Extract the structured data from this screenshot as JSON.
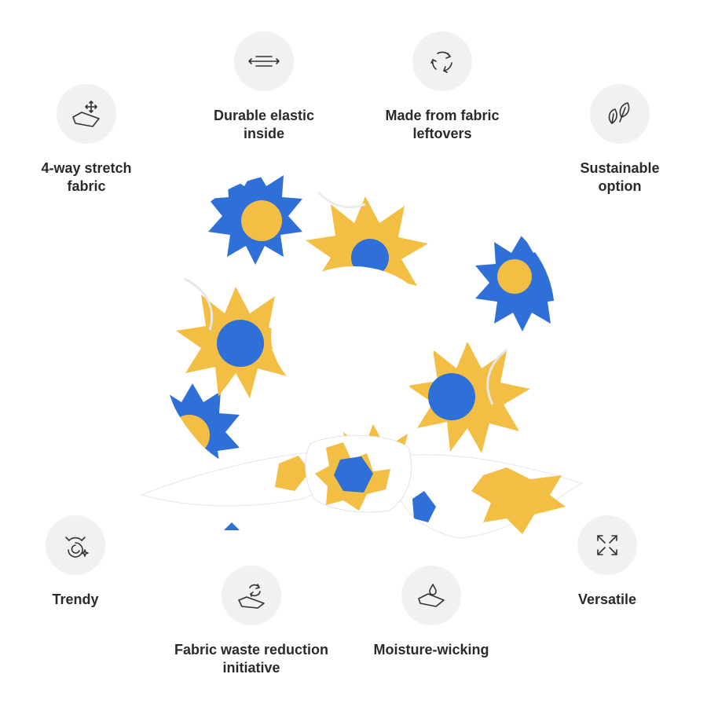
{
  "features": [
    {
      "id": "four-way-stretch",
      "label": "4-way stretch\nfabric",
      "icon": "stretch-fabric-icon"
    },
    {
      "id": "durable-elastic",
      "label": "Durable elastic\ninside",
      "icon": "elastic-icon"
    },
    {
      "id": "fabric-leftovers",
      "label": "Made from fabric\nleftovers",
      "icon": "recycle-icon"
    },
    {
      "id": "sustainable",
      "label": "Sustainable\noption",
      "icon": "leaves-icon"
    },
    {
      "id": "trendy",
      "label": "Trendy",
      "icon": "trendy-icon"
    },
    {
      "id": "waste-reduction",
      "label": "Fabric waste reduction\ninitiative",
      "icon": "fabric-recycle-icon"
    },
    {
      "id": "moisture-wicking",
      "label": "Moisture-wicking",
      "icon": "droplet-icon"
    },
    {
      "id": "versatile",
      "label": "Versatile",
      "icon": "expand-arrows-icon"
    }
  ],
  "product": {
    "colors": {
      "base": "#ffffff",
      "flower_yellow": "#f2bf44",
      "flower_blue": "#2f6fd8"
    }
  }
}
